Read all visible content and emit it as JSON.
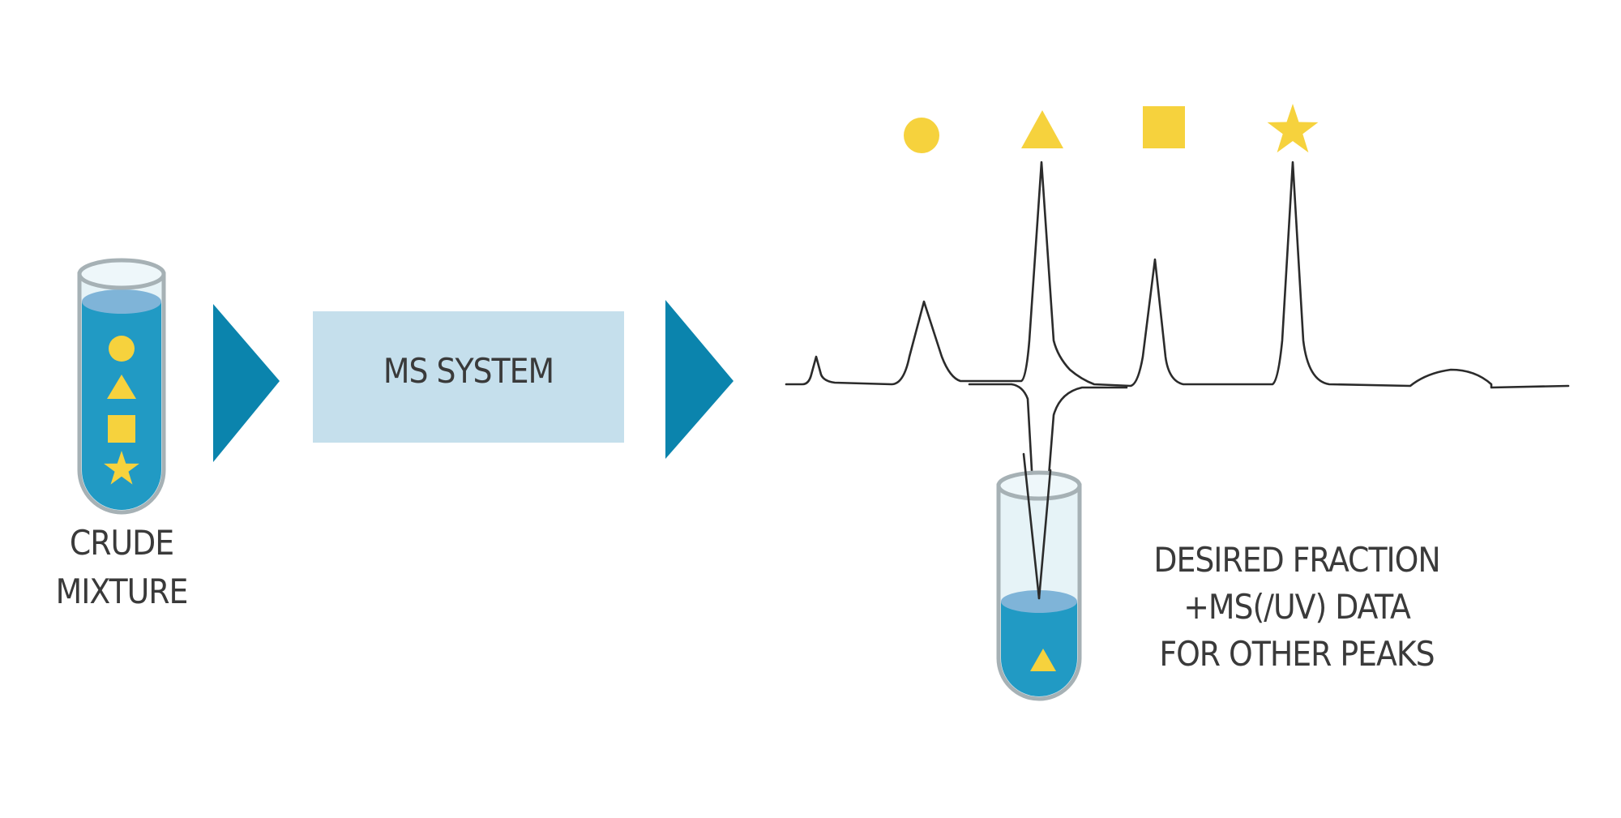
{
  "colors": {
    "arrow": "#0b84ad",
    "box": "#c5dfec",
    "liquid": "#219ac4",
    "liquid_top": "#7fb4d8",
    "glass": "#e6f3f7",
    "rim": "#a6b1b5",
    "marker": "#f6d23d",
    "trace": "#2b2b2b",
    "text": "#3a3a3a"
  },
  "crude_tube": {
    "label_lines": [
      "CRUDE",
      "MIXTURE"
    ],
    "contents_icons": [
      "circle-icon",
      "triangle-icon",
      "square-icon",
      "star-icon"
    ]
  },
  "ms_system": {
    "label": "MS SYSTEM"
  },
  "peak_markers": [
    "circle-icon",
    "triangle-icon",
    "square-icon",
    "star-icon"
  ],
  "fraction_tube": {
    "contents_icons": [
      "triangle-icon"
    ],
    "label_lines": [
      "DESIRED FRACTION",
      "+MS(/UV) DATA",
      "FOR OTHER PEAKS"
    ]
  }
}
